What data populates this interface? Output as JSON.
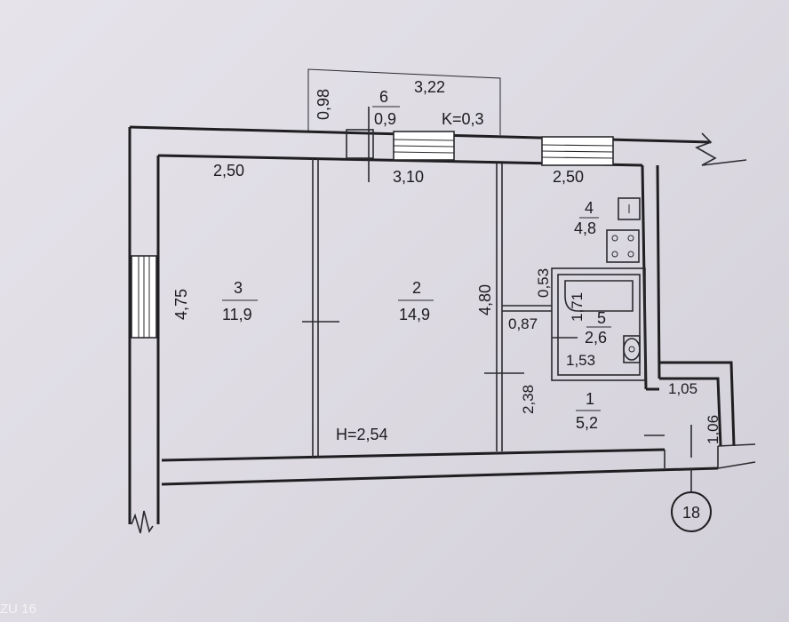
{
  "plan": {
    "height_label": "H=2,54",
    "circle_number": "18",
    "corner_text": "ZU 16",
    "rooms": [
      {
        "id": "1",
        "area": "5,2"
      },
      {
        "id": "2",
        "area": "14,9"
      },
      {
        "id": "3",
        "area": "11,9"
      },
      {
        "id": "4",
        "area": "4,8"
      },
      {
        "id": "5",
        "area": "2,6"
      },
      {
        "id": "6",
        "area": "0,9"
      }
    ],
    "balcony_coef": "K=0,3",
    "dims": {
      "balcony_depth": "0,98",
      "balcony_width": "3,22",
      "room3_width": "2,50",
      "room2_width": "3,10",
      "kitchen_width": "2,50",
      "room3_depth": "4,75",
      "room2_depth": "4,80",
      "bath_gap": "0,53",
      "bath_height": "1,71",
      "bath_offset": "0,87",
      "bath_width": "1,53",
      "hall_height": "2,38",
      "niche_width": "1,05",
      "niche_height": "1,06"
    }
  }
}
